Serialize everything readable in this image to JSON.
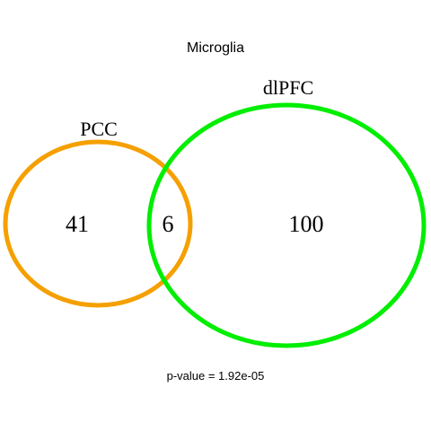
{
  "title": "Microglia",
  "sets": [
    {
      "name": "PCC",
      "color": "#F5A000"
    },
    {
      "name": "dlPFC",
      "color": "#00EE00"
    }
  ],
  "regions": {
    "pcc_only": "41",
    "overlap": "6",
    "dlpfc_only": "100"
  },
  "footnote": "p-value = 1.92e-05"
}
